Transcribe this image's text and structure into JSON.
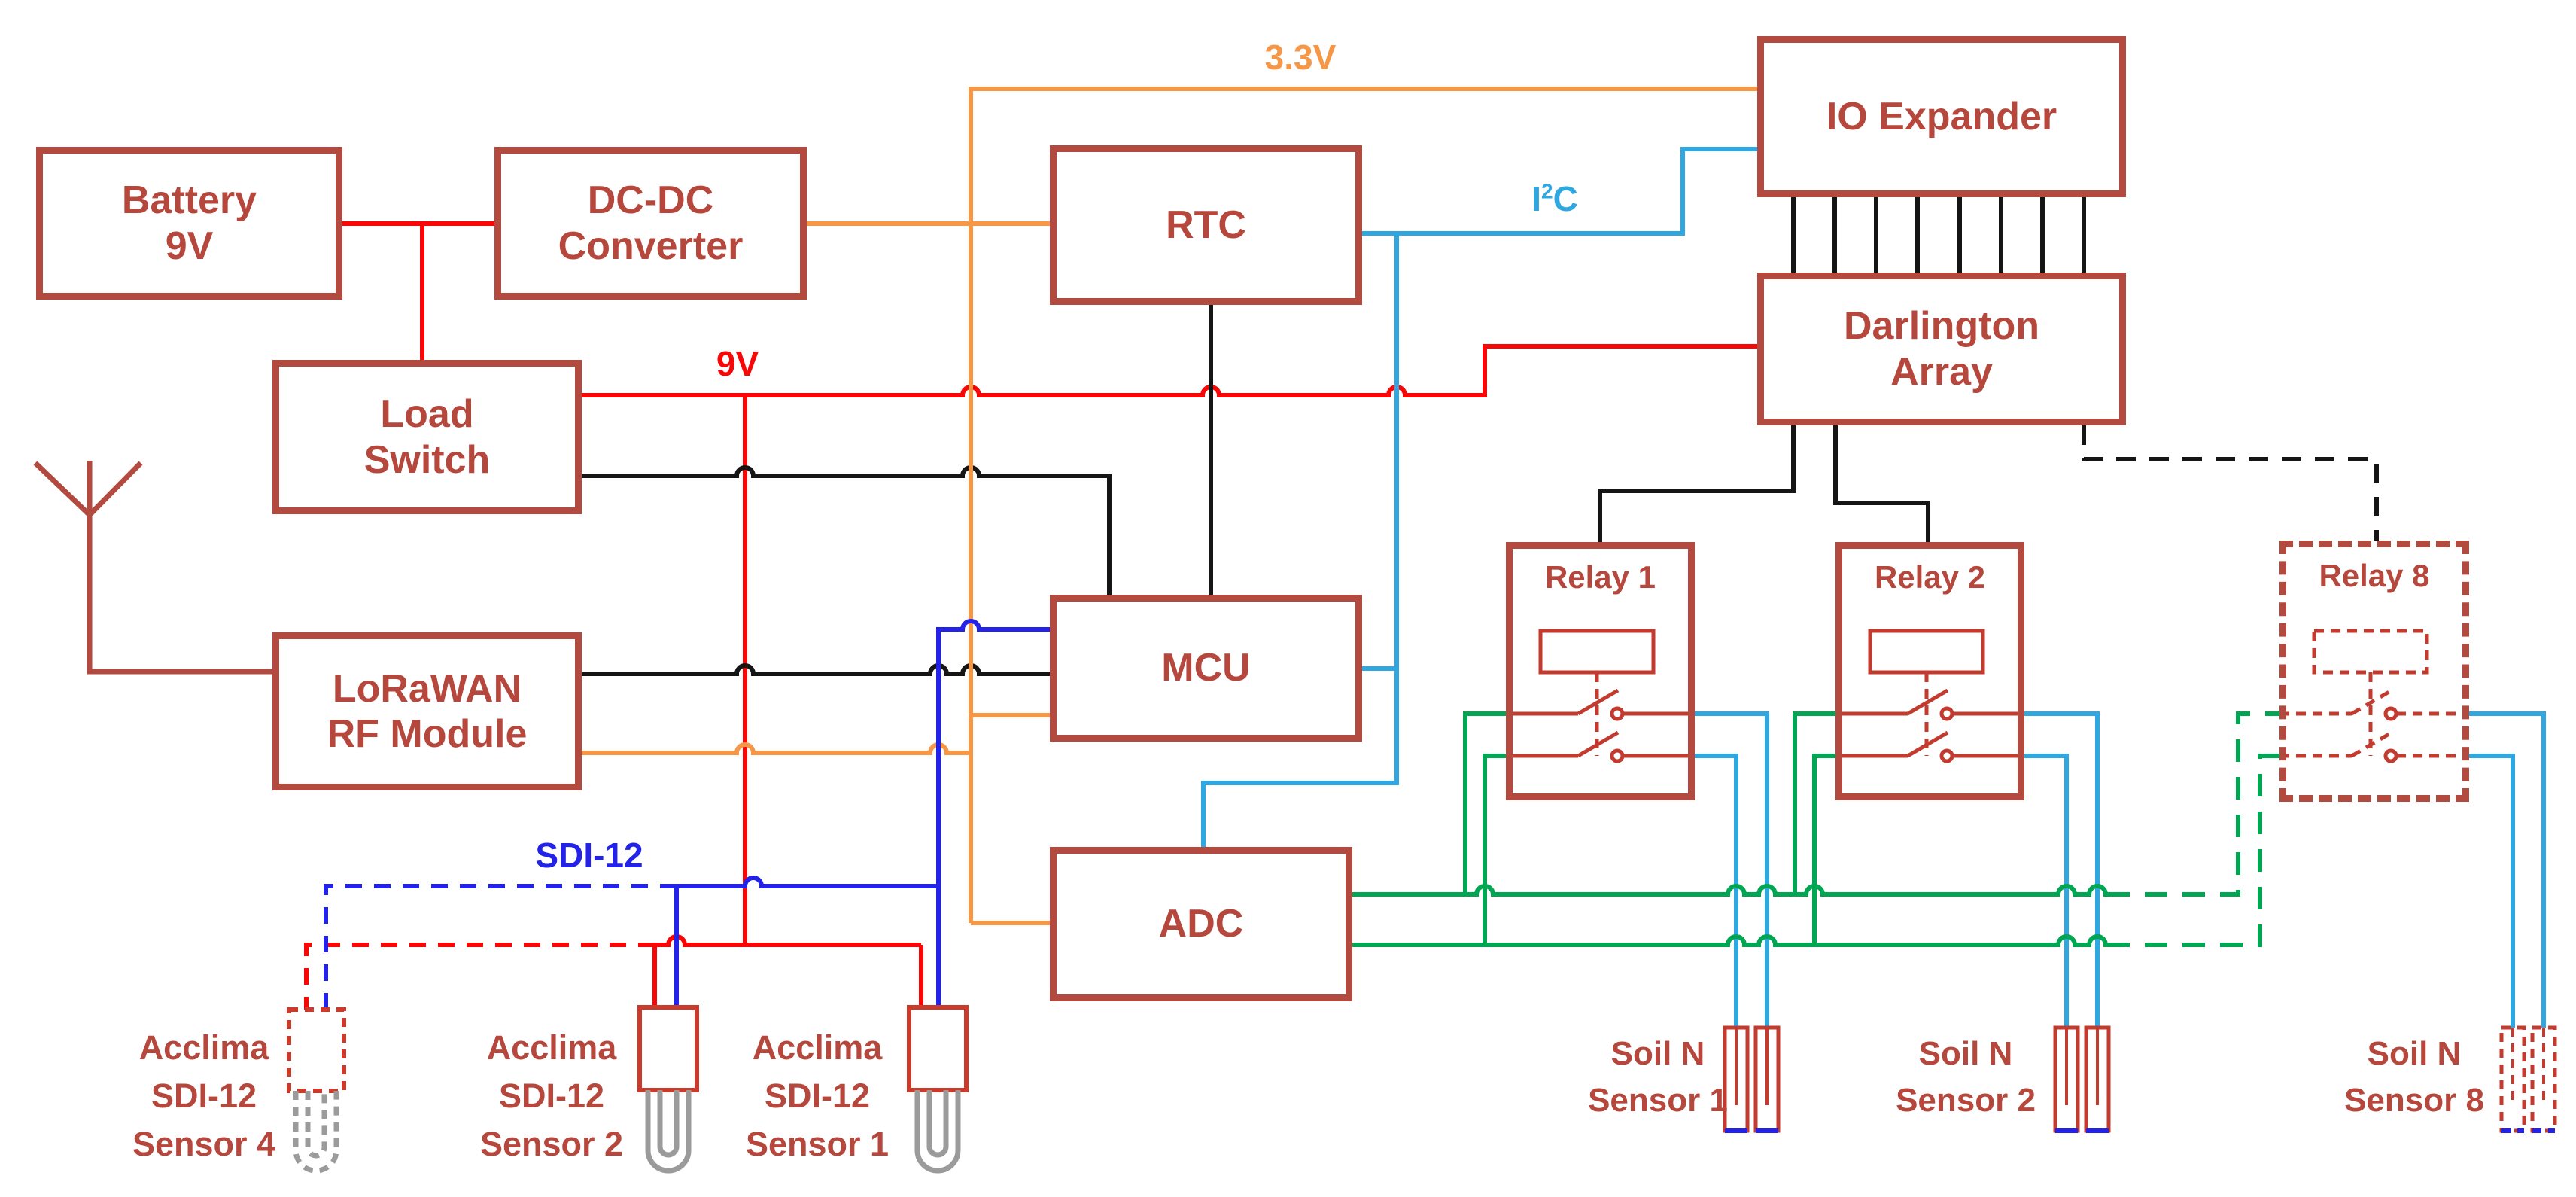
{
  "colors": {
    "block_border": "#b34a3f",
    "block_text": "#b5473d",
    "wire_9v_red": "#f90606",
    "wire_3v3_orange": "#f69748",
    "wire_i2c_cyan": "#2fa8e1",
    "wire_sdi12_blue": "#2222e9",
    "wire_sensor_green": "#00a651",
    "wire_digital_black": "#151515",
    "probe_gray": "#9b9b9b"
  },
  "blocks": {
    "battery": {
      "lines": [
        "Battery",
        "9V"
      ]
    },
    "dcdc": {
      "lines": [
        "DC-DC",
        "Converter"
      ]
    },
    "rtc": {
      "lines": [
        "RTC"
      ]
    },
    "io_expander": {
      "lines": [
        "IO Expander"
      ]
    },
    "darlington": {
      "lines": [
        "Darlington",
        "Array"
      ]
    },
    "load_switch": {
      "lines": [
        "Load",
        "Switch"
      ]
    },
    "lorawan": {
      "lines": [
        "LoRaWAN",
        "RF Module"
      ]
    },
    "mcu": {
      "lines": [
        "MCU"
      ]
    },
    "adc": {
      "lines": [
        "ADC"
      ]
    },
    "relay1": {
      "title": "Relay 1"
    },
    "relay2": {
      "title": "Relay 2"
    },
    "relay8": {
      "title": "Relay 8"
    }
  },
  "wire_labels": {
    "v3_3": "3.3V",
    "v9": "9V",
    "i2c_pre": "I",
    "i2c_sup": "2",
    "i2c_post": "C",
    "sdi12": "SDI-12"
  },
  "sensor_labels": {
    "acclima4": [
      "Acclima",
      "SDI-12",
      "Sensor 4"
    ],
    "acclima2": [
      "Acclima",
      "SDI-12",
      "Sensor 2"
    ],
    "acclima1": [
      "Acclima",
      "SDI-12",
      "Sensor 1"
    ],
    "soil1": [
      "Soil N",
      "Sensor 1"
    ],
    "soil2": [
      "Soil N",
      "Sensor 2"
    ],
    "soil8": [
      "Soil N",
      "Sensor 8"
    ]
  }
}
